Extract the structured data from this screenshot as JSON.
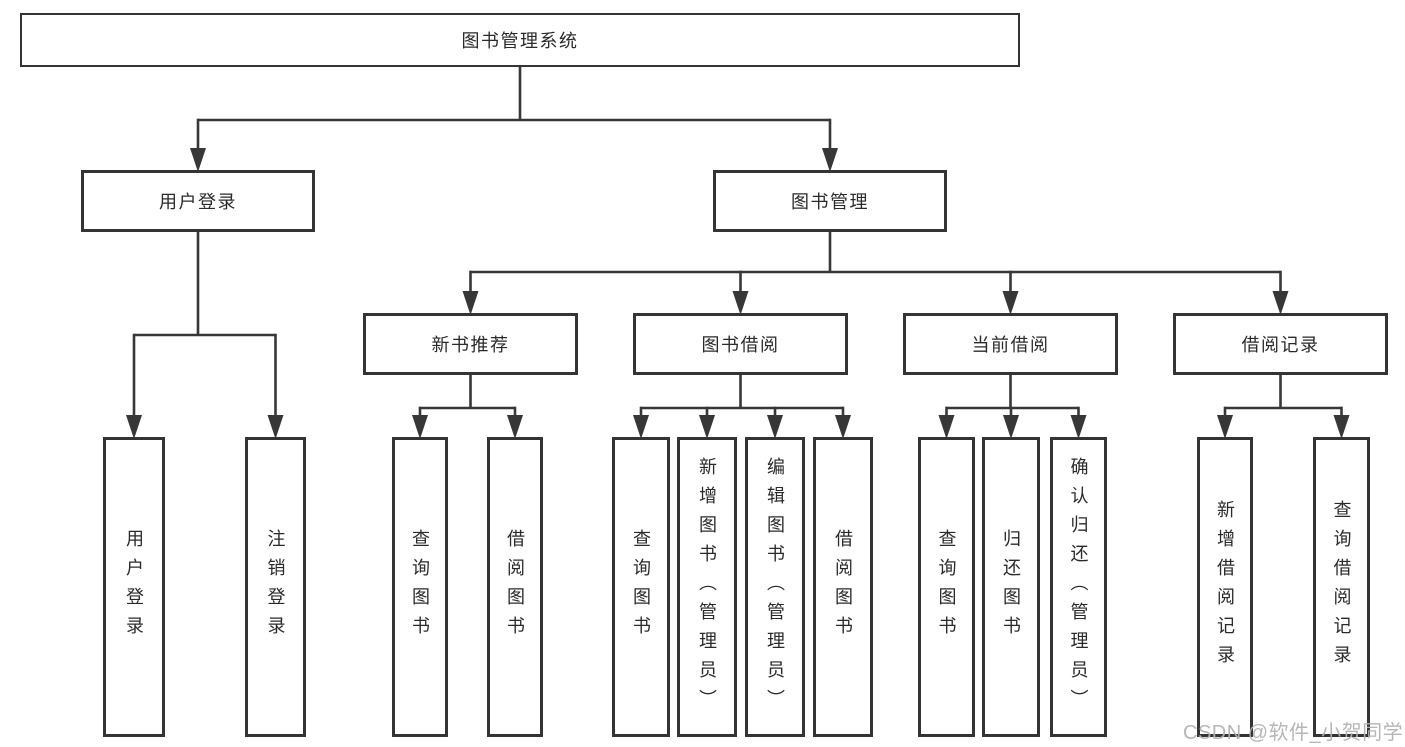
{
  "tree": {
    "label": "图书管理系统",
    "children": [
      {
        "label": "用户登录",
        "children": [
          {
            "label": "用户登录"
          },
          {
            "label": "注销登录"
          }
        ]
      },
      {
        "label": "图书管理",
        "children": [
          {
            "label": "新书推荐",
            "children": [
              {
                "label": "查询图书"
              },
              {
                "label": "借阅图书"
              }
            ]
          },
          {
            "label": "图书借阅",
            "children": [
              {
                "label": "查询图书"
              },
              {
                "label": "新增图书（管理员）"
              },
              {
                "label": "编辑图书（管理员）"
              },
              {
                "label": "借阅图书"
              }
            ]
          },
          {
            "label": "当前借阅",
            "children": [
              {
                "label": "查询图书"
              },
              {
                "label": "归还图书"
              },
              {
                "label": "确认归还（管理员）"
              }
            ]
          },
          {
            "label": "借阅记录",
            "children": [
              {
                "label": "新增借阅记录"
              },
              {
                "label": "查询借阅记录"
              }
            ]
          }
        ]
      }
    ]
  },
  "watermark": {
    "text": "CSDN @软件_小贺同学"
  },
  "colors": {
    "line": "#373737",
    "box_border": "#343434",
    "text": "#2a2a2a",
    "watermark": "#b2b2b2",
    "background": "#ffffff"
  }
}
